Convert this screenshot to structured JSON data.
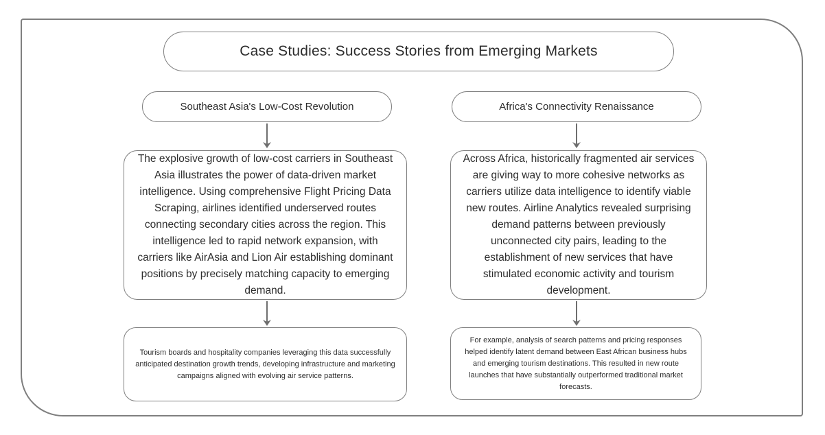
{
  "diagram": {
    "title": "Case Studies: Success Stories from Emerging Markets",
    "columns": [
      {
        "header": "Southeast Asia's Low-Cost Revolution",
        "body": "The explosive growth of low-cost carriers in Southeast Asia illustrates the power of data-driven market intelligence. Using comprehensive Flight Pricing Data Scraping, airlines identified underserved routes connecting secondary cities across the region. This intelligence led to rapid network expansion, with carriers like AirAsia and Lion Air establishing dominant positions by precisely matching capacity to emerging demand.",
        "footer": "Tourism boards and hospitality companies leveraging this data successfully anticipated destination growth trends, developing infrastructure and marketing campaigns aligned with evolving air service patterns."
      },
      {
        "header": "Africa's Connectivity Renaissance",
        "body": "Across Africa, historically fragmented air services are giving way to more cohesive networks as carriers utilize data intelligence to identify viable new routes. Airline Analytics revealed surprising demand patterns between previously unconnected city pairs, leading to the establishment of new services that have stimulated economic activity and tourism development.",
        "footer": "For example, analysis of search patterns and pricing responses helped identify latent demand between East African business hubs and emerging tourism destinations. This resulted in new route launches that have substantially outperformed traditional market forecasts."
      }
    ],
    "colors": {
      "background": "#ffffff",
      "border": "#7f7f7f",
      "text": "#2d2d2d",
      "arrow": "#6e6e6e"
    }
  }
}
